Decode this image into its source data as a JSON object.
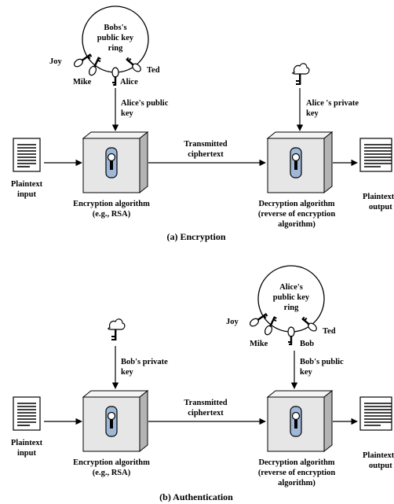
{
  "colors": {
    "box_face": "#e6e6e6",
    "box_top": "#f4f4f4",
    "box_side": "#b4b4b4",
    "lock_blue": "#9fb8d8",
    "ink": "#000000"
  },
  "encryption": {
    "caption": "(a) Encryption",
    "ring_label": [
      "Bobs's",
      "public key",
      "ring"
    ],
    "ring_names": [
      "Joy",
      "Mike",
      "Alice",
      "Ted"
    ],
    "public_key_label": [
      "Alice's public",
      "key"
    ],
    "private_key_label": [
      "Alice 's private",
      "key"
    ],
    "transmitted_label": [
      "Transmitted",
      "ciphertext"
    ],
    "plaintext_input": [
      "Plaintext",
      "input"
    ],
    "plaintext_output": [
      "Plaintext",
      "output"
    ],
    "enc_algorithm": [
      "Encryption algorithm",
      "(e.g., RSA)"
    ],
    "dec_algorithm": [
      "Decryption algorithm",
      "(reverse of encryption",
      "algorithm)"
    ]
  },
  "authentication": {
    "caption": "(b) Authentication",
    "ring_label": [
      "Alice's",
      "public key",
      "ring"
    ],
    "ring_names": [
      "Joy",
      "Mike",
      "Bob",
      "Ted"
    ],
    "private_key_label": [
      "Bob's private",
      "key"
    ],
    "public_key_label": [
      "Bob's public",
      "key"
    ],
    "transmitted_label": [
      "Transmitted",
      "ciphertext"
    ],
    "plaintext_input": [
      "Plaintext",
      "input"
    ],
    "plaintext_output": [
      "Plaintext",
      "output"
    ],
    "enc_algorithm": [
      "Encryption algorithm",
      "(e.g., RSA)"
    ],
    "dec_algorithm": [
      "Decryption algorithm",
      "(reverse of encryption",
      "algorithm)"
    ]
  }
}
